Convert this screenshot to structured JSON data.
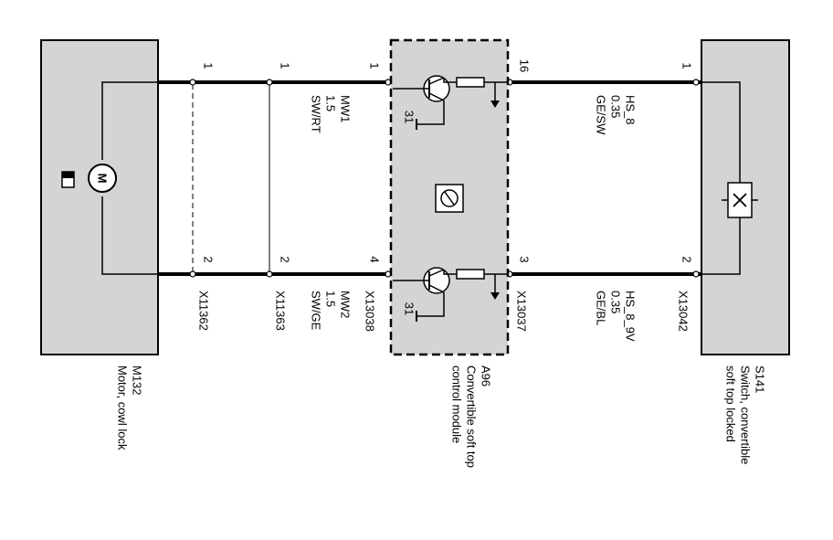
{
  "components": {
    "motor": {
      "id": "M132",
      "name": "Motor, cowl lock",
      "symbol": "M"
    },
    "module": {
      "id": "A96",
      "name_line1": "Convertible soft top",
      "name_line2": "control module"
    },
    "switch": {
      "id": "S141",
      "name_line1": "Switch, convertible",
      "name_line2": "soft top locked"
    }
  },
  "connectors": {
    "c1": {
      "id": "X11362",
      "pin_top": "1",
      "pin_bottom": "2"
    },
    "c2": {
      "id": "X11363",
      "pin_top": "1",
      "pin_bottom": "2"
    },
    "c3": {
      "id": "X13038",
      "pin_top": "1",
      "pin_bottom": "4"
    },
    "c4": {
      "id": "X13037",
      "pin_top": "16",
      "pin_bottom": "3"
    },
    "c5": {
      "id": "X13042",
      "pin_top": "1",
      "pin_bottom": "2"
    }
  },
  "wires": {
    "top_left": {
      "name": "MW1",
      "size": "1.5",
      "color": "SW/RT"
    },
    "bottom_left": {
      "name": "MW2",
      "size": "1.5",
      "color": "SW/GE"
    },
    "top_right": {
      "name": "HS_8",
      "size": "0.35",
      "color": "GE/SW"
    },
    "bottom_right": {
      "name": "HS_8_9V",
      "size": "0.35",
      "color": "GE/BL"
    }
  },
  "module_internals": {
    "ground_top": "31",
    "ground_bottom": "31"
  },
  "colors": {
    "component_fill": "#d4d4d4",
    "wire": "#000000"
  }
}
